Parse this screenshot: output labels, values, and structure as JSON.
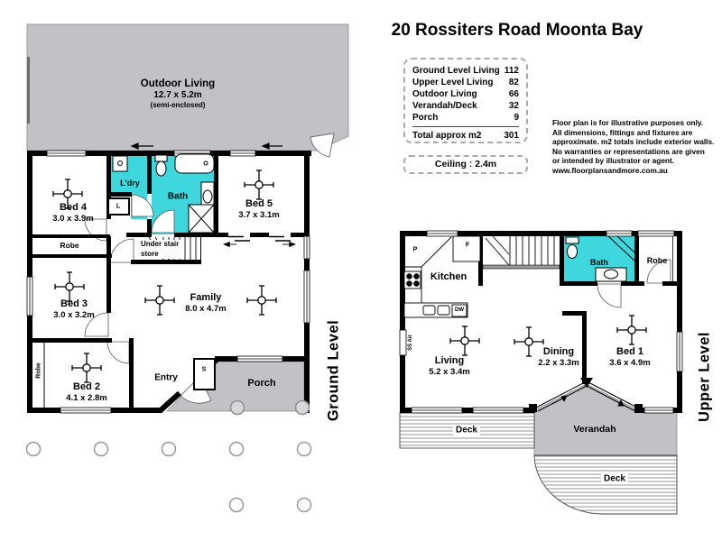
{
  "title": "20 Rossiters Road Moonta Bay",
  "table": {
    "rows": [
      {
        "label": "Ground Level Living",
        "value": "112"
      },
      {
        "label": "Upper Level Living",
        "value": "82"
      },
      {
        "label": "Outdoor Living",
        "value": "66"
      },
      {
        "label": "Verandah/Deck",
        "value": "32"
      },
      {
        "label": "Porch",
        "value": "9"
      }
    ],
    "total_label": "Total approx m2",
    "total_value": "301"
  },
  "ceiling": "Ceiling : 2.4m",
  "disclaimer": [
    "Floor plan is for illustrative purposes only.",
    "All dimensions, fittings and fixtures are",
    "approximate. m2 totals include exterior walls.",
    "No warranties or representations are given",
    "or intended by illustrator or agent.",
    "www.floorplansandmore.com.au"
  ],
  "ground": {
    "level": "Ground Level",
    "outdoor": {
      "name": "Outdoor Living",
      "dims": "12.7 x 5.2m",
      "note": "(semi-enclosed)"
    },
    "bed4": {
      "name": "Bed 4",
      "dims": "3.0 x 3.9m"
    },
    "robe4": "Robe",
    "bed3": {
      "name": "Bed 3",
      "dims": "3.0 x 3.2m"
    },
    "bed2": {
      "name": "Bed 2",
      "dims": "4.1 x 2.8m"
    },
    "robe2": "Robe",
    "ldry": "L'dry",
    "linen": "L",
    "bath": "Bath",
    "understair": {
      "line1": "Under stair",
      "line2": "store"
    },
    "bed5": {
      "name": "Bed 5",
      "dims": "3.7 x 3.1m"
    },
    "family": {
      "name": "Family",
      "dims": "8.0 x 4.7m"
    },
    "entry": "Entry",
    "store": "S",
    "porch": "Porch"
  },
  "upper": {
    "level": "Upper Level",
    "kitchen": "Kitchen",
    "pantry": "P",
    "fridge": "F",
    "dishwasher": "DW",
    "aircon": "SS Air",
    "bath": "Bath",
    "robe": "Robe",
    "living": {
      "name": "Living",
      "dims": "5.2 x 3.4m"
    },
    "dining": {
      "name": "Dining",
      "dims": "2.2 x 3.3m"
    },
    "bed1": {
      "name": "Bed 1",
      "dims": "3.6 x 4.9m"
    },
    "deck_left": "Deck",
    "verandah": "Verandah",
    "deck_right": "Deck"
  },
  "colors": {
    "wet_area": "#3ed7dd",
    "paved": "#c2c2c6",
    "wall": "#000000",
    "deck_stripe": "#888888"
  }
}
